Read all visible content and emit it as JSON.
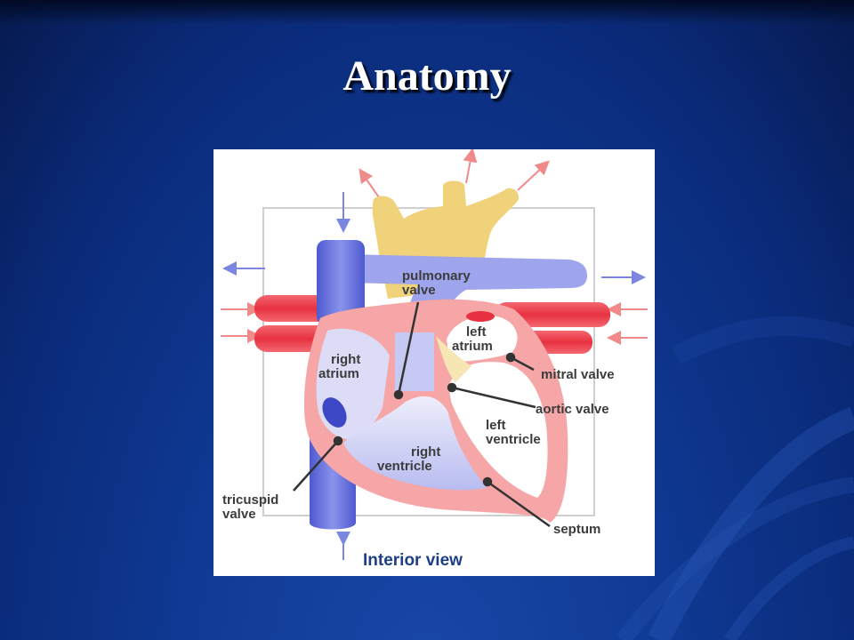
{
  "slide": {
    "title": "Anatomy"
  },
  "diagram": {
    "caption": "Interior view",
    "labels": {
      "pulmonary_valve_1": "pulmonary",
      "pulmonary_valve_2": "valve",
      "left_atrium_1": "left",
      "left_atrium_2": "atrium",
      "right_atrium_1": "right",
      "right_atrium_2": "atrium",
      "mitral_valve": "mitral valve",
      "aortic_valve": "aortic valve",
      "left_ventricle_1": "left",
      "left_ventricle_2": "ventricle",
      "right_ventricle_1": "right",
      "right_ventricle_2": "ventricle",
      "tricuspid_valve_1": "tricuspid",
      "tricuspid_valve_2": "valve",
      "septum": "septum"
    },
    "colors": {
      "deoxygenated": "#7b86e0",
      "oxygenated": "#f0454e",
      "aorta": "#f0d27a",
      "wall": "#f6a6a6",
      "chamber": "#dcdcf6"
    }
  }
}
